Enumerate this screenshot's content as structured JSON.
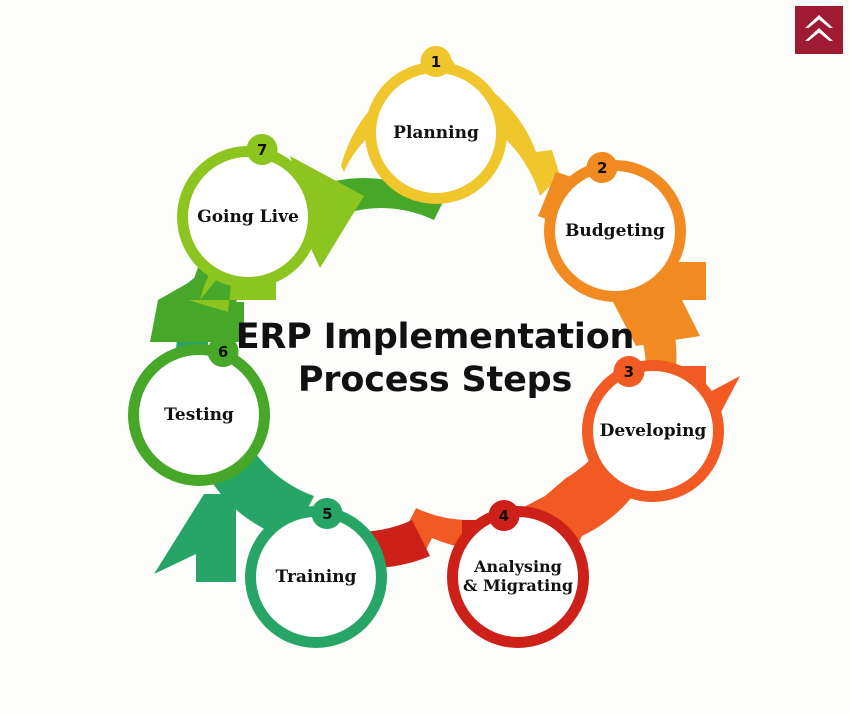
{
  "brand": {
    "logo_icon": "double-chevron-up-icon",
    "logo_color": "#9e1b32",
    "logo_mark_color": "#ffffff"
  },
  "title": {
    "line1": "ERP Implementation",
    "line2": "Process Steps",
    "color": "#111111"
  },
  "diagram": {
    "type": "cycle",
    "direction": "clockwise",
    "step_count": 7,
    "background": "#fdfdfc",
    "steps": [
      {
        "number": "1",
        "label": "Planning",
        "label_line2": "",
        "color": "#EFC62B",
        "badge_text_color": "#121212"
      },
      {
        "number": "2",
        "label": "Budgeting",
        "label_line2": "",
        "color": "#F18A21",
        "badge_text_color": "#121212"
      },
      {
        "number": "3",
        "label": "Developing",
        "label_line2": "",
        "color": "#F15A22",
        "badge_text_color": "#121212"
      },
      {
        "number": "4",
        "label": "Analysing",
        "label_line2": "& Migrating",
        "color": "#CC2018",
        "badge_text_color": "#121212"
      },
      {
        "number": "5",
        "label": "Training",
        "label_line2": "",
        "color": "#27A567",
        "badge_text_color": "#121212"
      },
      {
        "number": "6",
        "label": "Testing",
        "label_line2": "",
        "color": "#46A728",
        "badge_text_color": "#121212"
      },
      {
        "number": "7",
        "label": "Going Live",
        "label_line2": "",
        "color": "#8CC520",
        "badge_text_color": "#121212"
      }
    ]
  }
}
